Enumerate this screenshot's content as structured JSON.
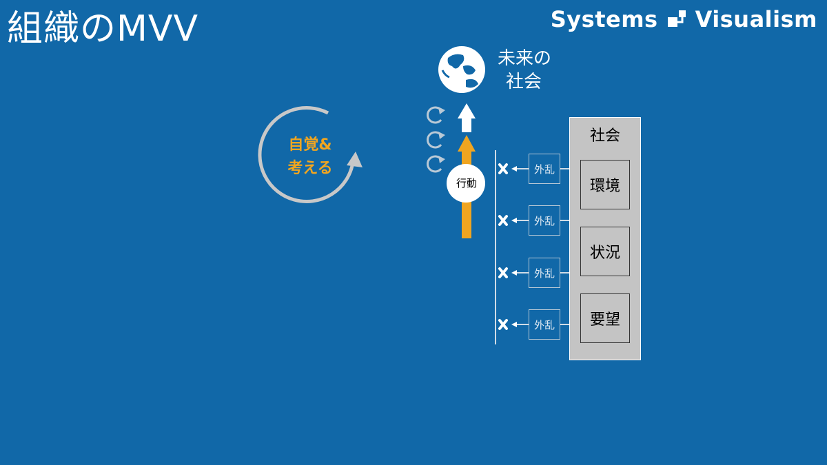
{
  "title": "組織のMVV",
  "brand": {
    "left_text": "Systems",
    "right_text": "Visualism",
    "logo_icon": "systems-visualism-logo-icon"
  },
  "cycle": {
    "line1": "自覚&",
    "line2": "考える",
    "color": "#f0a520",
    "ring_color": "#c8c8c8"
  },
  "future": {
    "line1": "未来の",
    "line2": "社会",
    "icon": "globe-icon"
  },
  "action": {
    "label": "行動",
    "arrow_color": "#f0a520"
  },
  "society": {
    "title": "社会",
    "items": [
      "環境",
      "状況",
      "要望"
    ]
  },
  "disturbances": [
    "外乱",
    "外乱",
    "外乱",
    "外乱"
  ],
  "colors": {
    "background": "#1168a8",
    "accent": "#f0a520"
  }
}
